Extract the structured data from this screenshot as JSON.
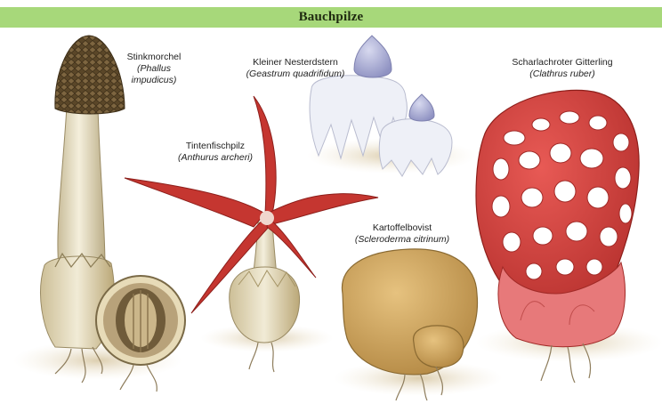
{
  "title": "Bauchpilze",
  "species": [
    {
      "common": "Stinkmorchel",
      "latin_line1": "(Phallus",
      "latin_line2": "impudicus)"
    },
    {
      "common": "Tintenfischpilz",
      "latin": "(Anthurus archeri)"
    },
    {
      "common": "Kleiner Nesterdstern",
      "latin": "(Geastrum quadrifidum)"
    },
    {
      "common": "Kartoffelbovist",
      "latin": "(Scleroderma citrinum)"
    },
    {
      "common": "Scharlachroter Gitterling",
      "latin": "(Clathrus ruber)"
    }
  ]
}
